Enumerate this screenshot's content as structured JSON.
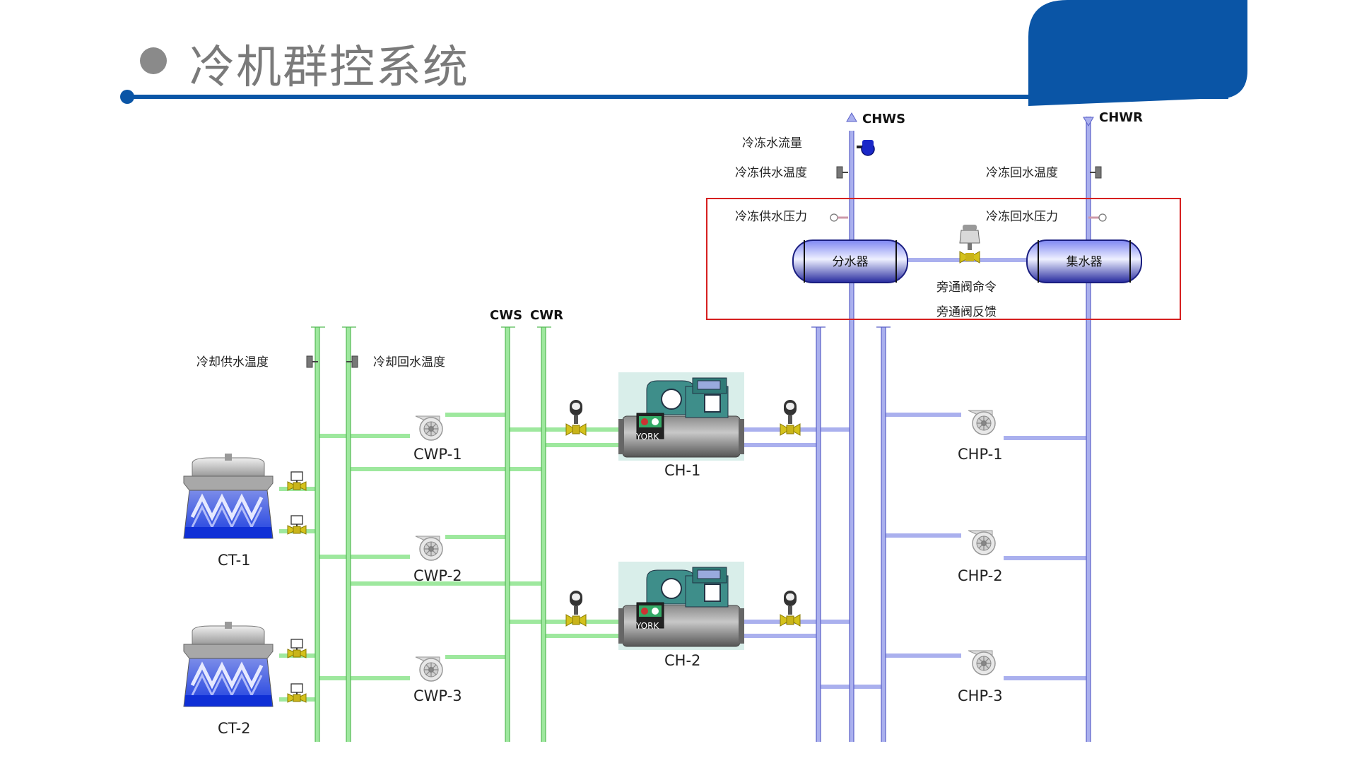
{
  "page": {
    "title": "冷机群控系统",
    "accent_color": "#0a55a6",
    "title_color": "#7a7a7a"
  },
  "diagram": {
    "header_labels": {
      "cws": "CWS",
      "cwr": "CWR",
      "chws": "CHWS",
      "chwr": "CHWR"
    },
    "sensor_labels": {
      "chilled_flow": "冷冻水流量",
      "chilled_supply_temp": "冷冻供水温度",
      "chilled_return_temp": "冷冻回水温度",
      "chilled_supply_pressure": "冷冻供水压力",
      "chilled_return_pressure": "冷冻回水压力",
      "cooling_supply_temp": "冷却供水温度",
      "cooling_return_temp": "冷却回水温度",
      "bypass_command": "旁通阀命令",
      "bypass_feedback": "旁通阀反馈"
    },
    "headers": {
      "supply": "分水器",
      "return": "集水器"
    },
    "chillers": [
      {
        "id": "CH-1",
        "brand": "YORK"
      },
      {
        "id": "CH-2",
        "brand": "YORK"
      }
    ],
    "cooling_towers": [
      "CT-1",
      "CT-2"
    ],
    "cooling_pumps": [
      "CWP-1",
      "CWP-2",
      "CWP-3"
    ],
    "chilled_pumps": [
      "CHP-1",
      "CHP-2",
      "CHP-3"
    ],
    "colors": {
      "cooling_pipe": "#9ee89e",
      "chilled_pipe": "#aab0ee",
      "highlight_box": "#d62020",
      "header_vessel": "#2a2ea0"
    }
  }
}
